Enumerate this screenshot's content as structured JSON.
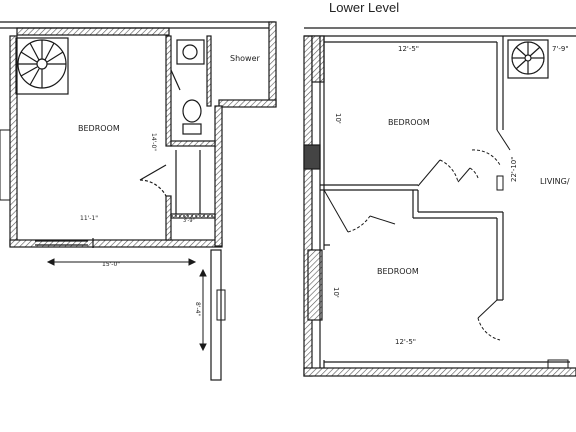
{
  "header": {
    "title": "Lower Level"
  },
  "left_plan": {
    "room_label": "BEDROOM",
    "shower_label": "Shower",
    "dim_bedroom_depth": "14'-0\"",
    "dim_bedroom_width": "11'-1\"",
    "dim_closet": "3'-9\"",
    "dim_overall_width": "15'-0\"",
    "dim_side": "8'-4\""
  },
  "right_plan": {
    "upper_bedroom_label": "BEDROOM",
    "upper_bedroom_width": "12'-5\"",
    "upper_bedroom_depth": "10'",
    "lower_bedroom_label": "BEDROOM",
    "lower_bedroom_width": "12'-5\"",
    "lower_bedroom_depth": "10'",
    "stair_dim": "7'-9\"",
    "hall_dim": "22'-10\"",
    "living_label": "LIVING/"
  },
  "colors": {
    "wall": "#1a1a1a",
    "wall_fill": "#9a9a9a",
    "line": "#222222",
    "background": "#ffffff"
  }
}
